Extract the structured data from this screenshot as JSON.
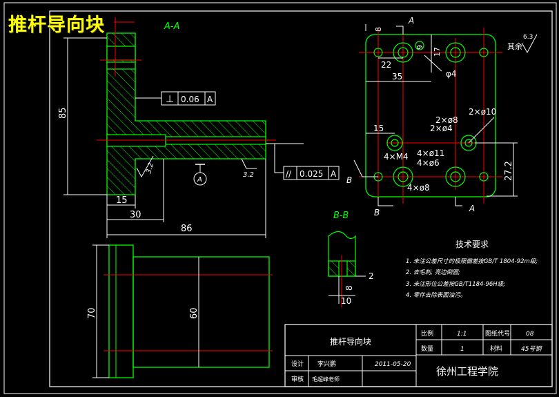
{
  "title": "推杆导向块",
  "section_labels": {
    "aa": "A-A",
    "bb": "B-B",
    "a": "A",
    "b": "B"
  },
  "dims": {
    "d85": "85",
    "d15": "15",
    "d30": "30",
    "d86": "86",
    "perp_sym": "⊥",
    "perp_val": "0.06",
    "perp_datum": "A",
    "par_sym": "//",
    "par_val": "0.025",
    "par_datum": "A",
    "rough_32a": "3.2",
    "rough_32b": "3.2",
    "datum_a": "A",
    "d70": "70",
    "d60": "60",
    "d8": "8",
    "d9": "9",
    "d17": "17",
    "d22": "22",
    "d35": "35",
    "d4": "φ4",
    "d15b": "15",
    "d272": "27.2",
    "h_2x10": "2×ø10",
    "h_2x8": "2×ø8",
    "h_2x4": "2×ø4",
    "h_4xm4": "4×M4",
    "h_4x11": "4×ø11",
    "h_4x6": "4×ø6",
    "h_4x8": "4×ø8",
    "rest": "其余",
    "rest_val": "6.3",
    "bb_2": "2",
    "bb_8": "8",
    "bb_10": "10"
  },
  "notes": {
    "heading": "技术要求",
    "items": [
      "1. 未注公差尺寸的极限偏差按GB/T 1804-92m级;",
      "2. 去毛刺, 亮边倒圆;",
      "3. 未注形位公差按GB/T1184-96H级;",
      "4. 零件去除表面油污。"
    ]
  },
  "titleblock": {
    "part_name": "推杆导向块",
    "designer_label": "设计",
    "designer": "李兴鹏",
    "date": "2011-05-20",
    "reviewer_label": "审核",
    "reviewer": "毛超峰老师",
    "scale_label": "比例",
    "scale": "1:1",
    "drawing_no_label": "图纸代号",
    "drawing_no": "08",
    "qty_label": "数量",
    "qty": "1",
    "material_label": "材料",
    "material": "45号钢",
    "school": "徐州工程学院"
  }
}
